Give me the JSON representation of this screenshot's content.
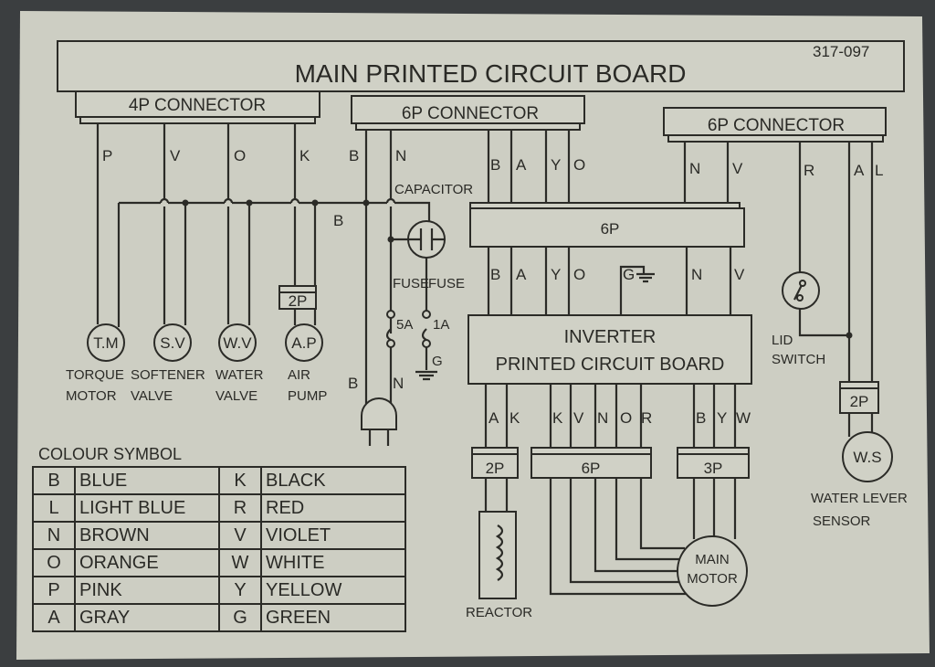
{
  "doc_code": "317-097",
  "main_board": "MAIN PRINTED CIRCUIT BOARD",
  "connectors": {
    "left": "4P CONNECTOR",
    "middle": "6P CONNECTOR",
    "right": "6P CONNECTOR"
  },
  "left_wires": [
    "P",
    "V",
    "O",
    "K"
  ],
  "bus_label": "B",
  "mid_wires_top": [
    "B",
    "N"
  ],
  "capacitor": "CAPACITOR",
  "fuses": {
    "label": "FUSE",
    "a": "5A",
    "b": "1A",
    "ground": "G"
  },
  "plug_wires": [
    "B",
    "N"
  ],
  "components": [
    {
      "symbol": "T.M",
      "line1": "TORQUE",
      "line2": "MOTOR"
    },
    {
      "symbol": "S.V",
      "line1": "SOFTENER",
      "line2": "VALVE"
    },
    {
      "symbol": "W.V",
      "line1": "WATER",
      "line2": "VALVE"
    },
    {
      "symbol": "A.P",
      "line1": "AIR",
      "line2": "PUMP"
    }
  ],
  "ap_connector": "2P",
  "board_wires_top": [
    "B",
    "A",
    "Y",
    "O"
  ],
  "right_conn_wires": [
    "N",
    "V",
    "R",
    "A",
    "L"
  ],
  "relay_connector": "6P",
  "board_wires_mid": [
    "B",
    "A",
    "Y",
    "O",
    "G",
    "N",
    "V"
  ],
  "inverter": {
    "line1": "INVERTER",
    "line2": "PRINTED CIRCUIT BOARD"
  },
  "inverter_out": [
    "A",
    "K",
    "K",
    "V",
    "N",
    "O",
    "R",
    "B",
    "Y",
    "W"
  ],
  "out_connectors": [
    "2P",
    "6P",
    "3P"
  ],
  "reactor": "REACTOR",
  "main_motor": {
    "line1": "MAIN",
    "line2": "MOTOR"
  },
  "lid_switch": {
    "line1": "LID",
    "line2": "SWITCH"
  },
  "ws_connector": "2P",
  "water_sensor": {
    "symbol": "W.S",
    "line1": "WATER LEVER",
    "line2": "SENSOR"
  },
  "colour_table": {
    "title": "COLOUR SYMBOL",
    "rows": [
      [
        "B",
        "BLUE",
        "K",
        "BLACK"
      ],
      [
        "L",
        "LIGHT BLUE",
        "R",
        "RED"
      ],
      [
        "N",
        "BROWN",
        "V",
        "VIOLET"
      ],
      [
        "O",
        "ORANGE",
        "W",
        "WHITE"
      ],
      [
        "P",
        "PINK",
        "Y",
        "YELLOW"
      ],
      [
        "A",
        "GRAY",
        "G",
        "GREEN"
      ]
    ]
  }
}
